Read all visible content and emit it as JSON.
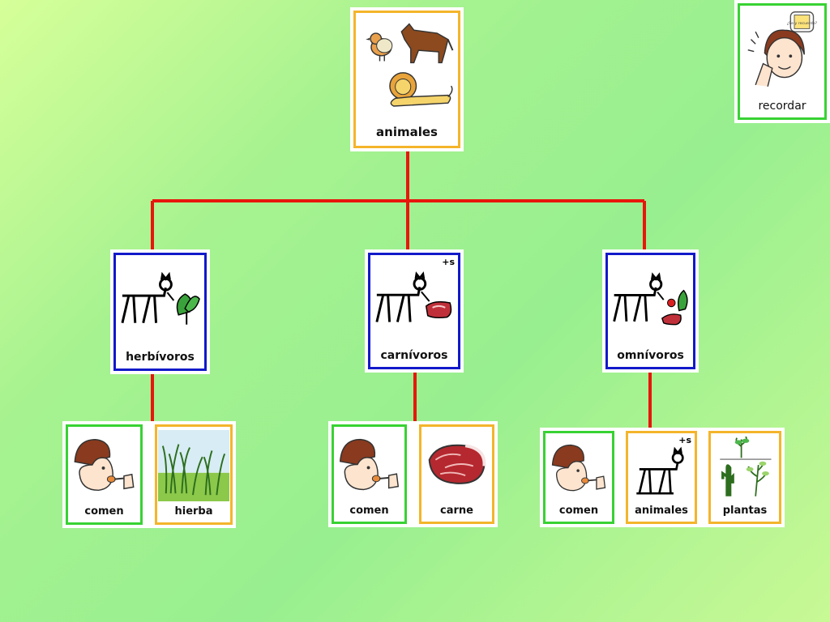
{
  "colors": {
    "connector": "#e8160c",
    "category_border": "#1219c9",
    "object_border": "#f4b52b",
    "verb_border": "#38d233"
  },
  "root": {
    "label": "animales",
    "icon": "animals-icon"
  },
  "remember": {
    "label": "recordar",
    "note_text": "¿Se y recuerdo?",
    "icon": "thinking-girl-icon"
  },
  "categories": [
    {
      "label": "herbívoros",
      "icon": "herbivore-icon",
      "plural_mark": ""
    },
    {
      "label": "carnívoros",
      "icon": "carnivore-icon",
      "plural_mark": "+s"
    },
    {
      "label": "omnívoros",
      "icon": "omnivore-icon",
      "plural_mark": ""
    }
  ],
  "groups": [
    [
      {
        "label": "comen",
        "icon": "eating-boy-icon"
      },
      {
        "label": "hierba",
        "icon": "grass-icon"
      }
    ],
    [
      {
        "label": "comen",
        "icon": "eating-boy-icon"
      },
      {
        "label": "carne",
        "icon": "meat-icon"
      }
    ],
    [
      {
        "label": "comen",
        "icon": "eating-boy-icon"
      },
      {
        "label": "animales",
        "icon": "animal-icon",
        "plural_mark": "+s"
      },
      {
        "label": "plantas",
        "icon": "plants-icon"
      }
    ]
  ]
}
